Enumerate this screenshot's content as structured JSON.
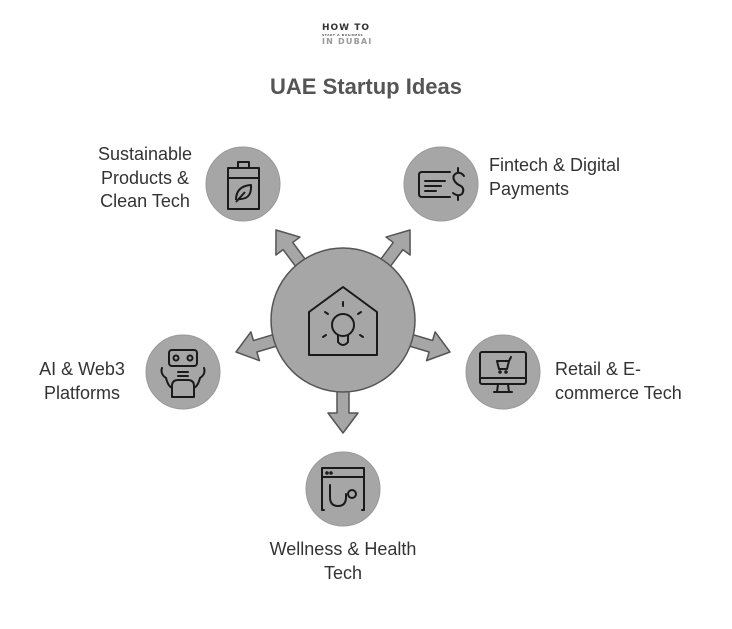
{
  "logo": {
    "line1": "HOW TO",
    "line2": "START A BUSINESS",
    "line3": "IN DUBAI"
  },
  "title": "UAE Startup Ideas",
  "colors": {
    "node_fill": "#a6a6a6",
    "node_stroke": "#555555",
    "icon_stroke": "#1a1a1a",
    "text": "#333333"
  },
  "center": {
    "icon": "house-lightbulb-icon"
  },
  "nodes": [
    {
      "lines": [
        "Sustainable",
        "Products &",
        "Clean Tech"
      ],
      "icon": "battery-leaf-icon"
    },
    {
      "lines": [
        "Fintech & Digital",
        "Payments"
      ],
      "icon": "card-dollar-icon"
    },
    {
      "lines": [
        "AI & Web3",
        "Platforms"
      ],
      "icon": "robot-icon"
    },
    {
      "lines": [
        "Retail & E-",
        "commerce Tech"
      ],
      "icon": "monitor-cart-icon"
    },
    {
      "lines": [
        "Wellness & Health",
        "Tech"
      ],
      "icon": "browser-stethoscope-icon"
    }
  ]
}
